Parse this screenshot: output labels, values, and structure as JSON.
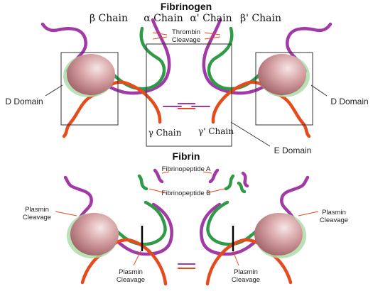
{
  "titles": {
    "fibrinogen": "Fibrinogen",
    "fibrin": "Fibrin"
  },
  "chain_labels": {
    "beta": "β Chain",
    "alpha": "α Chain",
    "alpha_prime": "α' Chain",
    "beta_prime": "β' Chain",
    "gamma": "γ Chain",
    "gamma_prime": "γ' Chain"
  },
  "region_labels": {
    "d_domain_left": "D Domain",
    "d_domain_right": "D Domain",
    "e_domain": "E Domain"
  },
  "cleavage_labels": {
    "thrombin_line1": "Thrombin",
    "thrombin_line2": "Cleavage",
    "plasmin_left_outer": [
      "Plasmin",
      "Cleavage"
    ],
    "plasmin_right_outer": [
      "Plasmin",
      "Cleavage"
    ],
    "plasmin_left_inner": [
      "Plasmin",
      "Cleavage"
    ],
    "plasmin_right_inner": [
      "Plasmin",
      "Cleavage"
    ]
  },
  "fibrinopeptides": {
    "a": "Fibrinopeptide A",
    "b": "Fibrinopeptide B"
  },
  "colors": {
    "purple": "#a23aa6",
    "green": "#2f9a48",
    "red": "#e64b1c",
    "nodule": "#c98a8e",
    "nodule_highlight": "#f4dfe0",
    "box": "#333333"
  }
}
